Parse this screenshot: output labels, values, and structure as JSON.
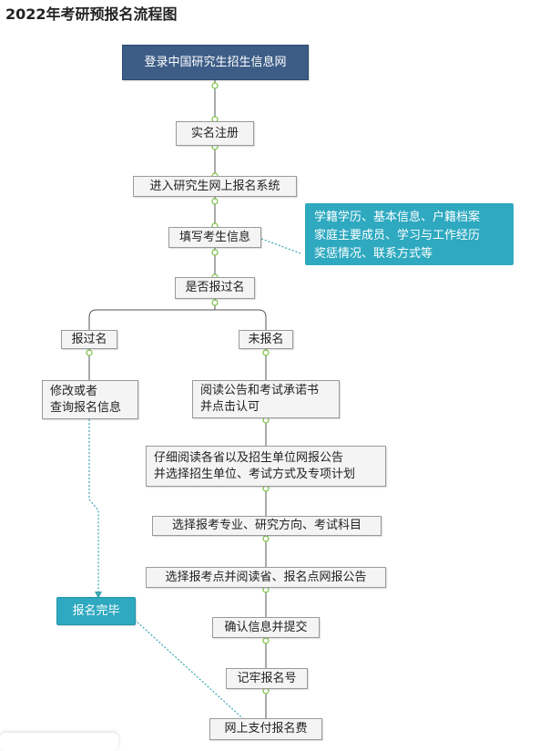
{
  "title": "2022年考研预报名流程图",
  "nodes": {
    "n_login": "登录中国研究生招生信息网",
    "n_register": "实名注册",
    "n_enter": "进入研究生网上报名系统",
    "n_fill": "填写考生信息",
    "n_applied_q": "是否报过名",
    "n_applied": "报过名",
    "n_not_applied": "未报名",
    "n_modify": "修改或者\n查询报名信息",
    "n_read": "阅读公告和考试承诺书\n并点击认可",
    "n_read_all": "仔细阅读各省以及招生单位网报公告\n并选择招生单位、考试方式及专项计划",
    "n_select_major": "选择报考专业、研究方向、考试科目",
    "n_select_site": "选择报考点并阅读省、报名点网报公告",
    "n_confirm": "确认信息并提交",
    "n_remember": "记牢报名号",
    "n_pay": "网上支付报名费",
    "n_done": "报名完毕"
  },
  "note": "学籍学历、基本信息、户籍档案\n家庭主要成员、学习与工作经历\n奖惩情况、联系方式等",
  "colors": {
    "start": "#3d5d87",
    "accent": "#2ea9c0",
    "connector_dot": "#7ac143",
    "line": "#555555"
  }
}
